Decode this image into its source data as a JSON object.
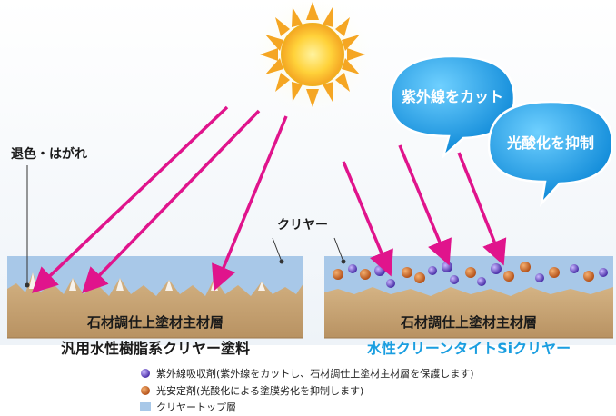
{
  "labels": {
    "fading": "退色・はがれ",
    "clear_left": "クリヤー",
    "stone_left": "石材調仕上塗材主材層",
    "stone_right": "石材調仕上塗材主材層",
    "title_left": "汎用水性樹脂系クリヤー塗料",
    "title_right": "水性クリーンタイトSiクリヤー"
  },
  "bubbles": {
    "uv_cut": "紫外線をカット",
    "suppress": "光酸化を抑制"
  },
  "legend": [
    {
      "icon": "purple-dot-icon",
      "text": "紫外線吸収剤(紫外線をカットし、石材調仕上塗材主材層を保護します)"
    },
    {
      "icon": "orange-dot-icon",
      "text": "光安定剤(光酸化による塗膜劣化を抑制します)"
    },
    {
      "icon": "blue-square-icon",
      "text": "クリヤートップ層"
    }
  ],
  "colors": {
    "arrow": "#e0148c",
    "clear_layer": "#a8c8e8",
    "stone": "#c8a472",
    "bubble": "#1aa3e8",
    "title_right": "#1a9ee0",
    "sun": "#f5a623"
  }
}
